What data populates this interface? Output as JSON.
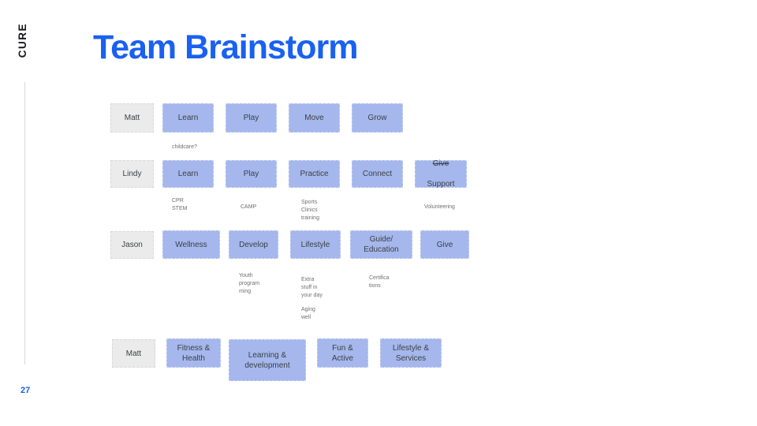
{
  "brand": "CURE",
  "title": "Team Brainstorm",
  "page_number": "27",
  "colors": {
    "accent": "#1961f0",
    "card-fill": "#a5b7ec",
    "owner-fill": "#ebebeb",
    "note-text": "#6f6f6f"
  },
  "rows": [
    {
      "owner": "Matt",
      "cards": [
        {
          "label": "Learn"
        },
        {
          "label": "Play"
        },
        {
          "label": "Move"
        },
        {
          "label": "Grow"
        }
      ],
      "notes": [
        {
          "text": "childcare?"
        }
      ]
    },
    {
      "owner": "Lindy",
      "cards": [
        {
          "label": "Learn"
        },
        {
          "label": "Play"
        },
        {
          "label": "Practice"
        },
        {
          "label": "Connect"
        },
        {
          "strike": "Give",
          "label": "Support"
        }
      ],
      "notes": [
        {
          "text": "CPR\nSTEM"
        },
        {
          "text": "CAMP"
        },
        {
          "text": "Sports\nClinics\ntraining"
        },
        {
          "text": "Volunteering"
        }
      ]
    },
    {
      "owner": "Jason",
      "cards": [
        {
          "label": "Wellness"
        },
        {
          "label": "Develop"
        },
        {
          "label": "Lifestyle"
        },
        {
          "label": "Guide/\nEducation"
        },
        {
          "label": "Give"
        }
      ],
      "notes": [
        {
          "text": "Youth\nprogram\nming"
        },
        {
          "text": "Extra\nstuff in\nyour day"
        },
        {
          "text": "Certifica\ntions"
        },
        {
          "text": "Aging\nwell"
        }
      ]
    },
    {
      "owner": "Matt",
      "cards": [
        {
          "label": "Fitness &\nHealth"
        },
        {
          "label": "Learning &\ndevelopment"
        },
        {
          "label": "Fun &\nActive"
        },
        {
          "label": "Lifestyle &\nServices"
        }
      ],
      "notes": []
    }
  ]
}
